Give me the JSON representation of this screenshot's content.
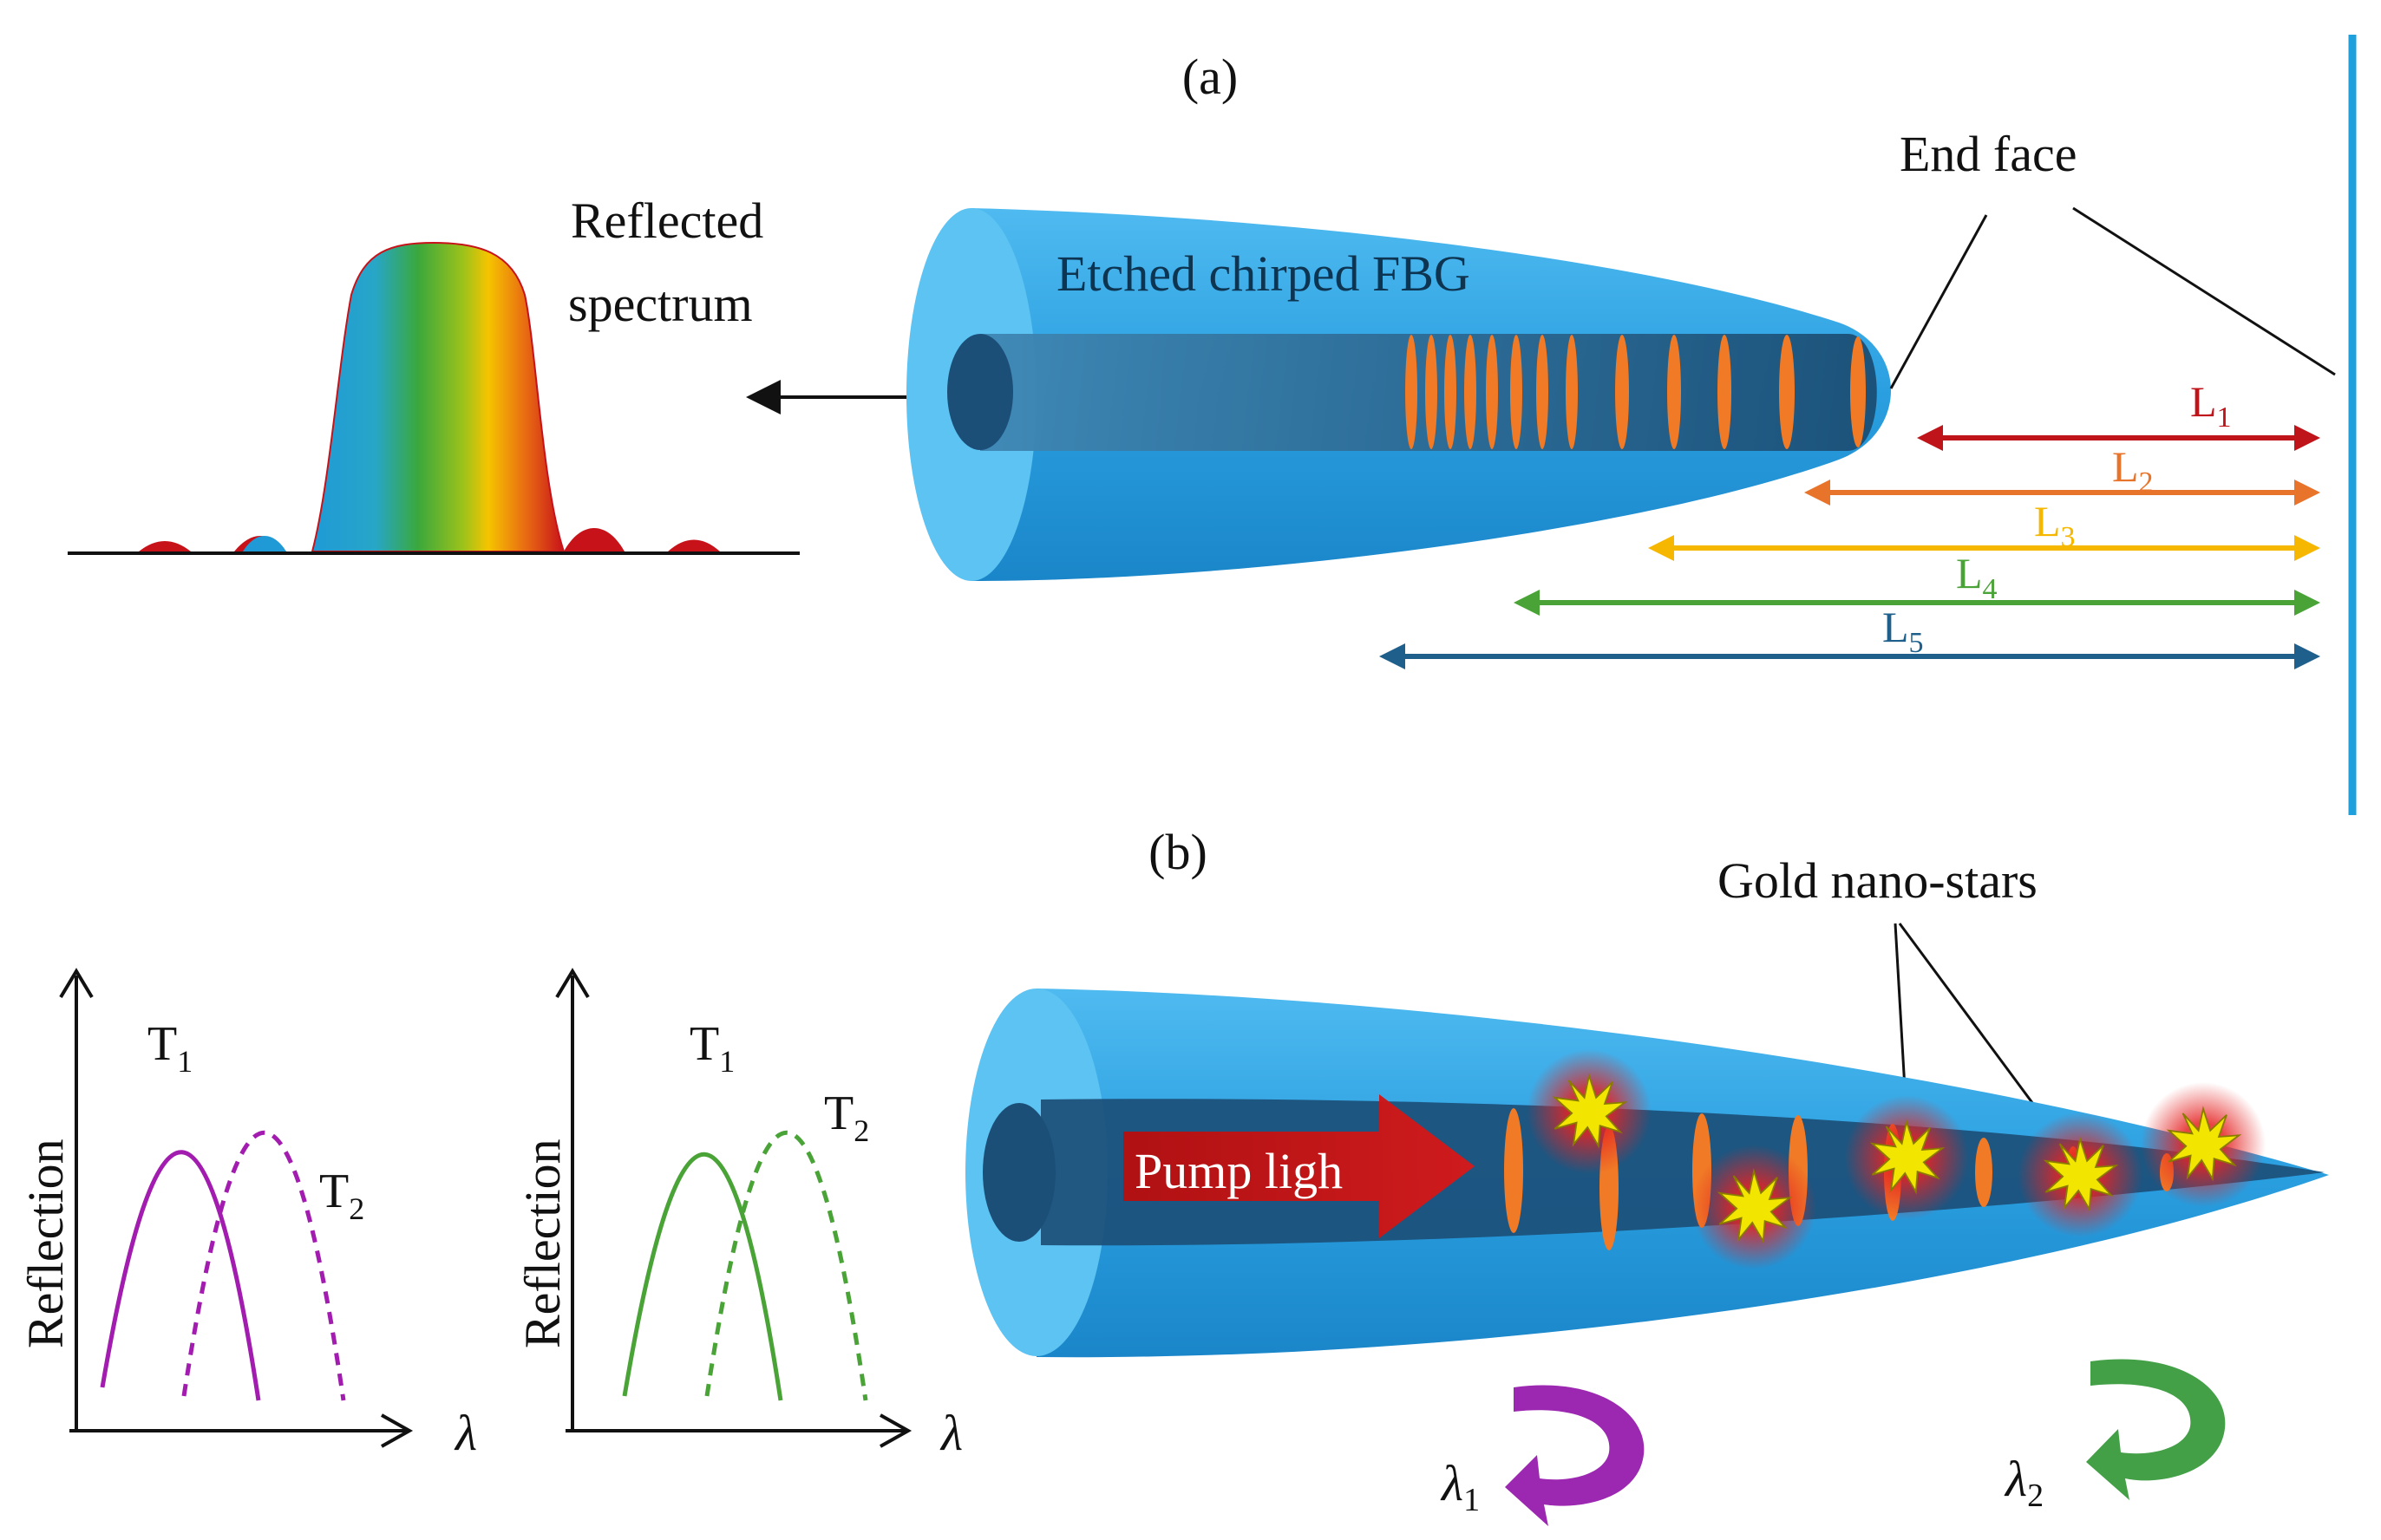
{
  "panel_a": {
    "label": "(a)",
    "fiber_label": "Etched chirped FBG",
    "spectrum_label_line1": "Reflected",
    "spectrum_label_line2": "spectrum",
    "end_face_label": "End face",
    "lengths": [
      {
        "base": "L",
        "sub": "1",
        "color": "#c0141b"
      },
      {
        "base": "L",
        "sub": "2",
        "color": "#e8732a"
      },
      {
        "base": "L",
        "sub": "3",
        "color": "#f5b700"
      },
      {
        "base": "L",
        "sub": "4",
        "color": "#4aa336"
      },
      {
        "base": "L",
        "sub": "5",
        "color": "#1f5f8b"
      }
    ]
  },
  "panel_b": {
    "label": "(b)",
    "stars_label": "Gold nano-stars",
    "pump_label": "Pump ligh",
    "graph1": {
      "ylabel": "Reflection",
      "xlabel": "λ",
      "t1": "T",
      "t1_sub": "1",
      "t2": "T",
      "t2_sub": "2",
      "color": "#a21caf"
    },
    "graph2": {
      "ylabel": "Reflection",
      "xlabel": "λ",
      "t1": "T",
      "t1_sub": "1",
      "t2": "T",
      "t2_sub": "2",
      "color": "#4aa336"
    },
    "lambda1": {
      "base": "λ",
      "sub": "1",
      "color": "#9c27b0"
    },
    "lambda2": {
      "base": "λ",
      "sub": "2",
      "color": "#43a047"
    }
  },
  "colors": {
    "fiber_outer": "#29a3e6",
    "fiber_core": "#1b4f78",
    "grating": "#f07a26",
    "end_face_line": "#1ea0dc",
    "pump_arrow": "#c01010",
    "star": "#f2e500"
  }
}
